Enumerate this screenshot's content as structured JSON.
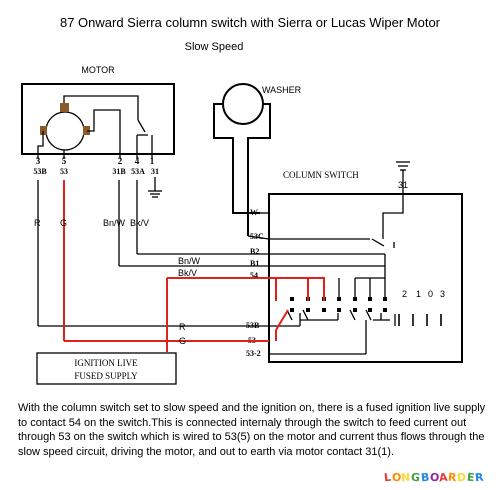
{
  "title": "87 Onward Sierra column switch with Sierra or Lucas Wiper Motor",
  "subtitle": "Slow Speed",
  "motor": {
    "label": "MOTOR",
    "pins": [
      "3",
      "5",
      "2",
      "4",
      "1"
    ],
    "terminals": [
      "53B",
      "53",
      "31B",
      "53A",
      "31"
    ]
  },
  "washer_label": "WASHER",
  "column_switch": {
    "label": "COLUMN SWITCH",
    "earth_label": "31",
    "terminals": [
      "W",
      "53C",
      "B2",
      "B1",
      "54",
      "53B",
      "53",
      "53-2"
    ],
    "positions": [
      "2",
      "1",
      "0",
      "3"
    ]
  },
  "wires": {
    "r": "R",
    "g": "G",
    "bnw": "Bn/W",
    "bkv": "Bk/V",
    "bnw_slash": "Bn/W",
    "bkv_slash": "Bk/V"
  },
  "supply": [
    "IGNITION LIVE",
    "FUSED SUPPLY"
  ],
  "caption": "With the column switch set to slow speed and the ignition on, there is a fused ignition live supply to contact 54 on the switch.This is connected internaly through the switch to feed current out through 53 on the switch which is wired to 53(5) on the motor and current thus flows through the slow speed circuit, driving the motor, and out to earth via motor contact 31(1).",
  "logo": "LONGBOARDER",
  "colors": {
    "live": "#e0201b",
    "wire": "#000000",
    "brush": "#8b5a2b",
    "logo": [
      "#e53935",
      "#fb8c00",
      "#fdd835",
      "#43a047",
      "#1e88e5",
      "#8e24aa",
      "#e53935",
      "#fb8c00",
      "#fdd835",
      "#43a047",
      "#1e88e5"
    ]
  }
}
